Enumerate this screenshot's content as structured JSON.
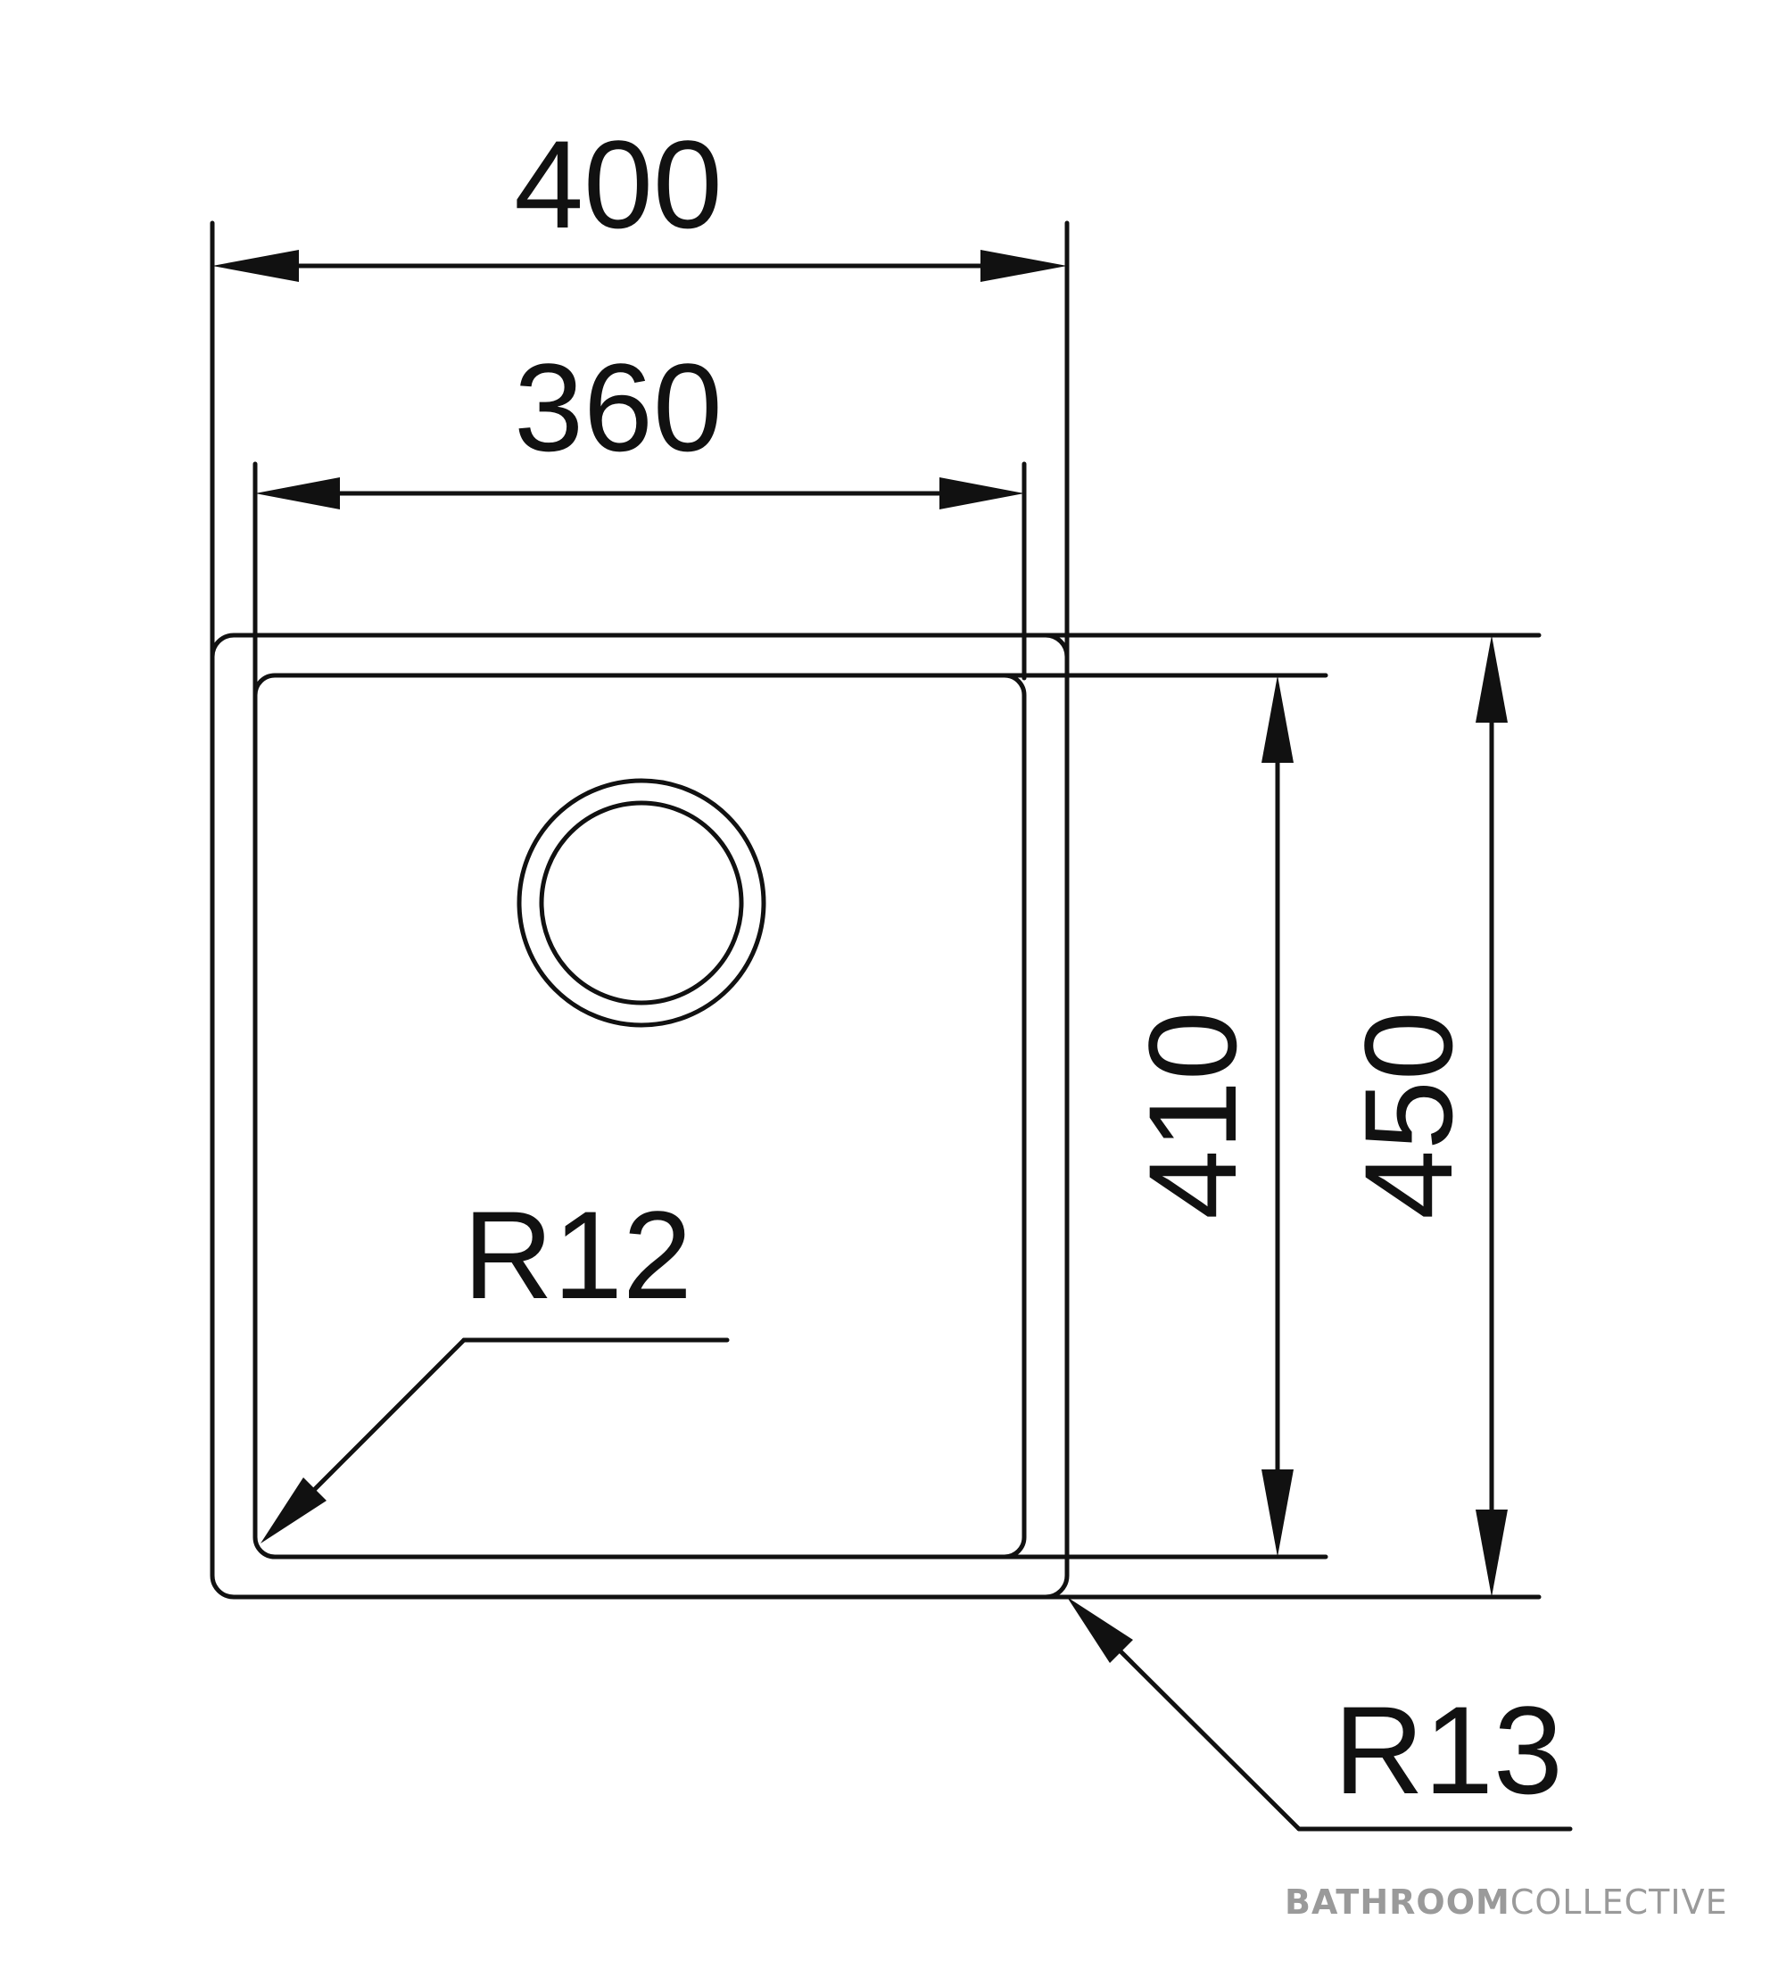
{
  "dimensions": {
    "outer_width": "400",
    "inner_width": "360",
    "inner_height": "410",
    "outer_height": "450",
    "inner_radius": "R12",
    "outer_radius": "R13"
  },
  "brand": {
    "bold": "BATHROOM",
    "light": "COLLECTIVE",
    "color": "#9a9a9a"
  }
}
